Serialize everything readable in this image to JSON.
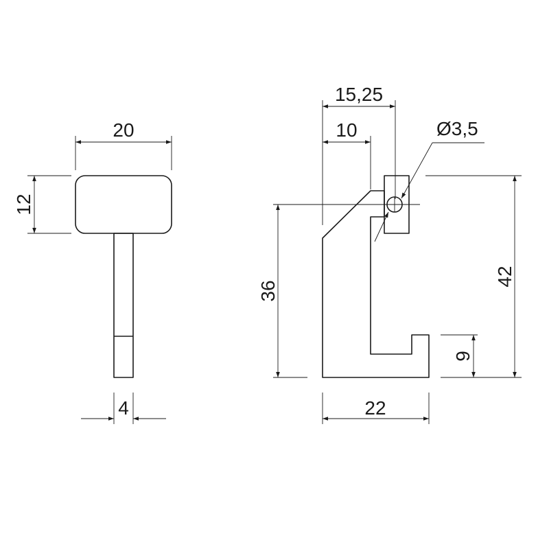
{
  "drawing": {
    "front_view": {
      "width_label": "20",
      "height_label": "12",
      "stem_label": "4"
    },
    "side_view": {
      "offset_label": "15,25",
      "inner_label": "10",
      "hole_label": "Ø3,5",
      "pivot_height_label": "36",
      "total_height_label": "42",
      "lip_height_label": "9",
      "width_label": "22"
    }
  }
}
